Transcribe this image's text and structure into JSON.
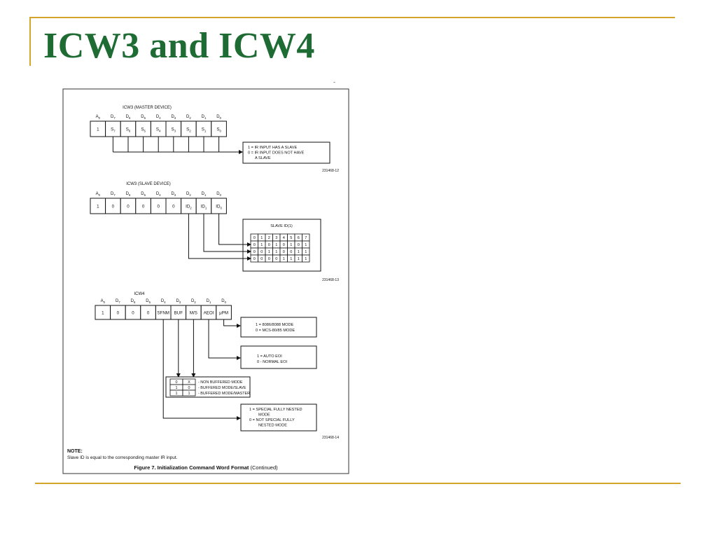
{
  "slide": {
    "title": "ICW3 and ICW4",
    "accent_color": "#d4a52a",
    "title_color": "#1e6b34"
  },
  "figure": {
    "top_mark": "-",
    "master": {
      "title": "ICW3 (MASTER DEVICE)",
      "bit_headers": [
        "A0",
        "D7",
        "D6",
        "D5",
        "D4",
        "D3",
        "D2",
        "D1",
        "D0"
      ],
      "cells": [
        "1",
        "S7",
        "S6",
        "S5",
        "S4",
        "S3",
        "S2",
        "S1",
        "S0"
      ],
      "note_lines": [
        "1 = IR INPUT HAS A SLAVE",
        "0 = IR INPUT DOES NOT HAVE",
        "A SLAVE"
      ],
      "fig_id": "231468-12"
    },
    "slave": {
      "title": "ICW3 (SLAVE DEVICE)",
      "bit_headers": [
        "A0",
        "D7",
        "D6",
        "D5",
        "D4",
        "D3",
        "D2",
        "D1",
        "D0"
      ],
      "cells": [
        "1",
        "0",
        "0",
        "0",
        "0",
        "0",
        "ID2",
        "ID1",
        "ID0"
      ],
      "slave_id_label": "SLAVE ID(1)",
      "slave_id_table": [
        [
          "0",
          "1",
          "2",
          "3",
          "4",
          "5",
          "6",
          "7"
        ],
        [
          "0",
          "1",
          "0",
          "1",
          "0",
          "1",
          "0",
          "1"
        ],
        [
          "0",
          "0",
          "1",
          "1",
          "0",
          "0",
          "1",
          "1"
        ],
        [
          "0",
          "0",
          "0",
          "0",
          "1",
          "1",
          "1",
          "1"
        ]
      ],
      "fig_id": "231468-13"
    },
    "icw4": {
      "title": "ICW4",
      "bit_headers": [
        "A0",
        "D7",
        "D6",
        "D5",
        "D4",
        "D3",
        "D2",
        "D1",
        "D0"
      ],
      "cells": [
        "1",
        "0",
        "0",
        "0",
        "SFNM",
        "BUF",
        "M/S",
        "AEOI",
        "μPM"
      ],
      "upm_lines": [
        "1 = 8086/8088 MODE",
        "0 = MCS-80/85 MODE"
      ],
      "aeoi_lines": [
        "1 = AUTO EOI",
        "0 - NORMAL EOI"
      ],
      "buf_rows": [
        {
          "a": "0",
          "b": "X",
          "text": "- NON BUFFERED MODE"
        },
        {
          "a": "1",
          "b": "0",
          "text": "- BUFFERED MODE/SLAVE"
        },
        {
          "a": "1",
          "b": "1",
          "text": "- BUFFERED MODE/MASTER"
        }
      ],
      "sfnm_lines": [
        "1 = SPECIAL FULLY NESTED",
        "MODE",
        "0 = NOT SPECIAL FULLY",
        "NESTED MODE"
      ],
      "fig_id": "231468-14"
    },
    "note_title": "NOTE:",
    "note_text": "Slave ID is equal to the corresponding master IR input.",
    "caption_bold": "Figure 7. Initialization Command Word Format",
    "caption_normal": " (Continued)"
  }
}
